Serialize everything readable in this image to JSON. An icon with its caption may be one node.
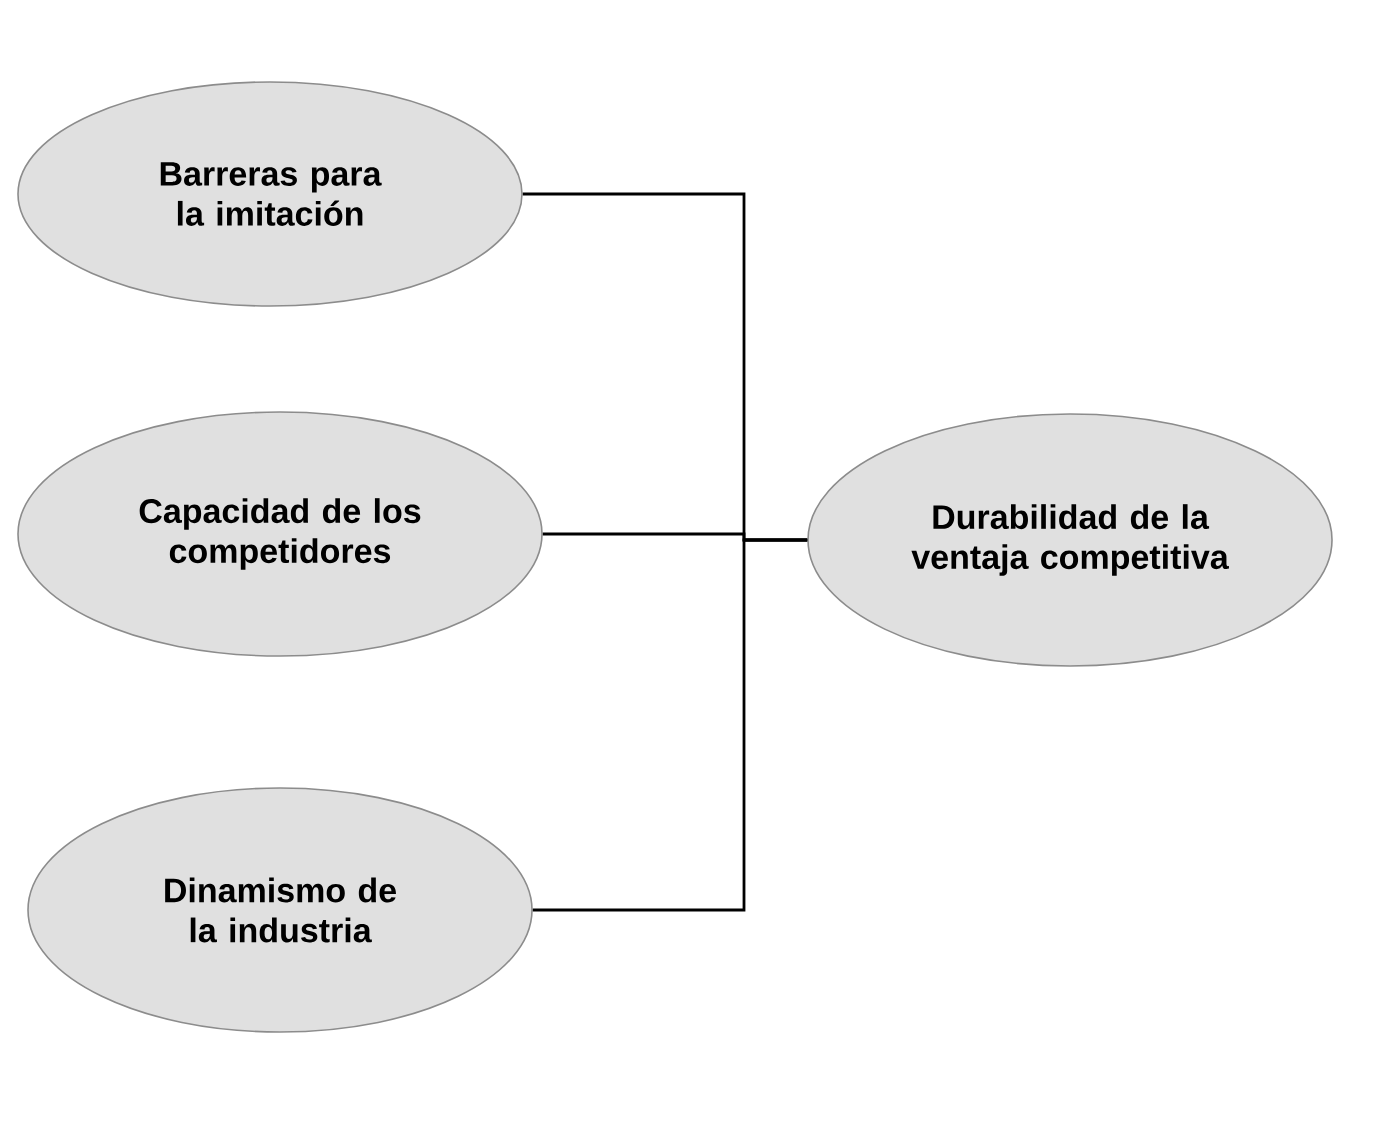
{
  "diagram": {
    "nodes": [
      {
        "text": [
          "Barreras para la imitación"
        ]
      },
      {
        "text": [
          "Capacidad de los competidores"
        ]
      },
      {
        "text": [
          "Dinamismo de la industria"
        ]
      },
      {
        "text": [
          "Durabilidad de la ventaja competitiva"
        ]
      }
    ],
    "edges": [
      {
        "from": 0,
        "to": 3,
        "arrow": "none"
      },
      {
        "from": 1,
        "to": 3,
        "arrow": "none"
      },
      {
        "from": 2,
        "to": 3,
        "arrow": "none"
      }
    ]
  }
}
